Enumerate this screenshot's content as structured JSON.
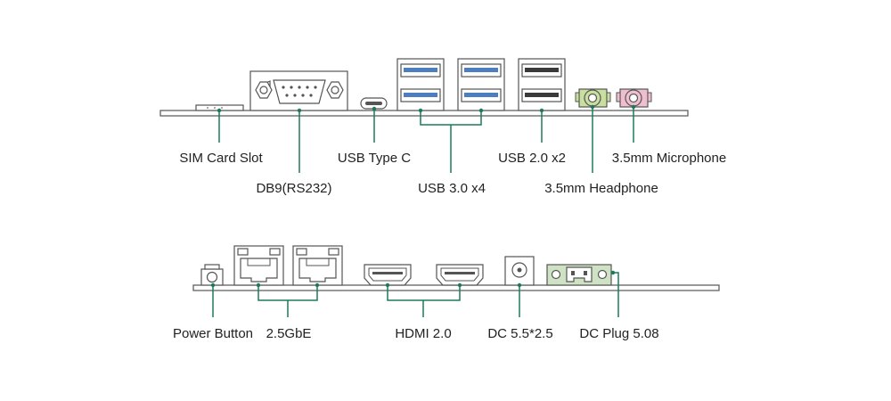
{
  "colors": {
    "leader": "#1a7a5a",
    "outline": "#555555",
    "usb3_blue": "#4d7fc0",
    "headphone_green": "#c9dfa0",
    "mic_pink": "#f0bfcf",
    "terminal_green": "#cfe3c4"
  },
  "top_panel": {
    "labels": {
      "sim": "SIM Card Slot",
      "db9": "DB9(RS232)",
      "usbc": "USB Type C",
      "usb3": "USB 3.0 x4",
      "usb2": "USB 2.0 x2",
      "headphone": "3.5mm Headphone",
      "mic": "3.5mm Microphone"
    }
  },
  "bottom_panel": {
    "labels": {
      "power": "Power Button",
      "lan": "2.5GbE",
      "hdmi": "HDMI 2.0",
      "dc_jack": "DC 5.5*2.5",
      "dc_plug": "DC Plug 5.08"
    }
  }
}
